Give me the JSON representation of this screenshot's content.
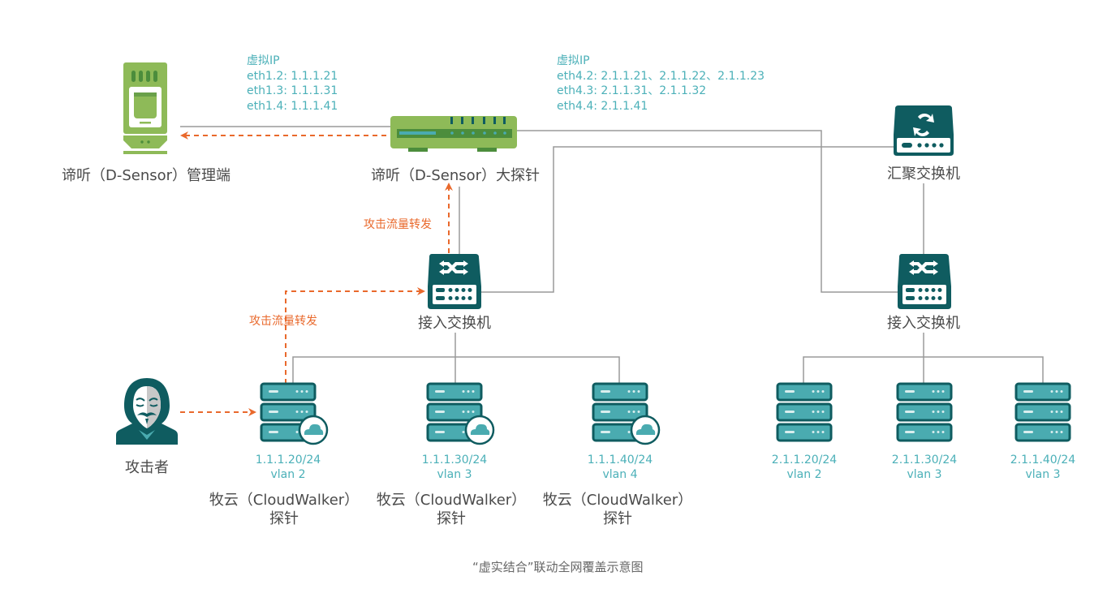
{
  "colors": {
    "teal_dark": "#0f5c60",
    "teal": "#4aabb0",
    "green": "#8eba58",
    "green_dark": "#4c8d3c",
    "orange": "#e9692c",
    "line": "#9a9a9a",
    "ip_text": "#4bb0b8"
  },
  "nodes": {
    "mgmt": {
      "label": "谛听（D-Sensor）管理端",
      "icon": "server-terminal-icon"
    },
    "big_probe": {
      "label": "谛听（D-Sensor）大探针",
      "icon": "network-appliance-icon"
    },
    "agg_switch": {
      "label": "汇聚交换机",
      "icon": "aggregation-switch-icon"
    },
    "access_left": {
      "label": "接入交换机",
      "icon": "access-switch-icon"
    },
    "access_right": {
      "label": "接入交换机",
      "icon": "access-switch-icon"
    },
    "attacker": {
      "label": "攻击者",
      "icon": "hacker-mask-icon"
    }
  },
  "virtual_ip_left": {
    "title": "虚拟IP",
    "lines": [
      "eth1.2: 1.1.1.21",
      "eth1.3: 1.1.1.31",
      "eth1.4: 1.1.1.41"
    ]
  },
  "virtual_ip_right": {
    "title": "虚拟IP",
    "lines": [
      "eth4.2: 2.1.1.21、2.1.1.22、2.1.1.23",
      "eth4.3: 2.1.1.31、2.1.1.32",
      "eth4.4: 2.1.1.41"
    ]
  },
  "flow_labels": {
    "upper": "攻击流量转发",
    "lower": "攻击流量转发"
  },
  "left_servers": [
    {
      "ip": "1.1.1.20/24",
      "vlan": "vlan 2",
      "probe_line1": "牧云（CloudWalker）",
      "probe_line2": "探针"
    },
    {
      "ip": "1.1.1.30/24",
      "vlan": "vlan 3",
      "probe_line1": "牧云（CloudWalker）",
      "probe_line2": "探针"
    },
    {
      "ip": "1.1.1.40/24",
      "vlan": "vlan 4",
      "probe_line1": "牧云（CloudWalker）",
      "probe_line2": "探针"
    }
  ],
  "right_servers": [
    {
      "ip": "2.1.1.20/24",
      "vlan": "vlan 2"
    },
    {
      "ip": "2.1.1.30/24",
      "vlan": "vlan 3"
    },
    {
      "ip": "2.1.1.40/24",
      "vlan": "vlan 3"
    }
  ],
  "caption": "“虚实结合”联动全网覆盖示意图"
}
